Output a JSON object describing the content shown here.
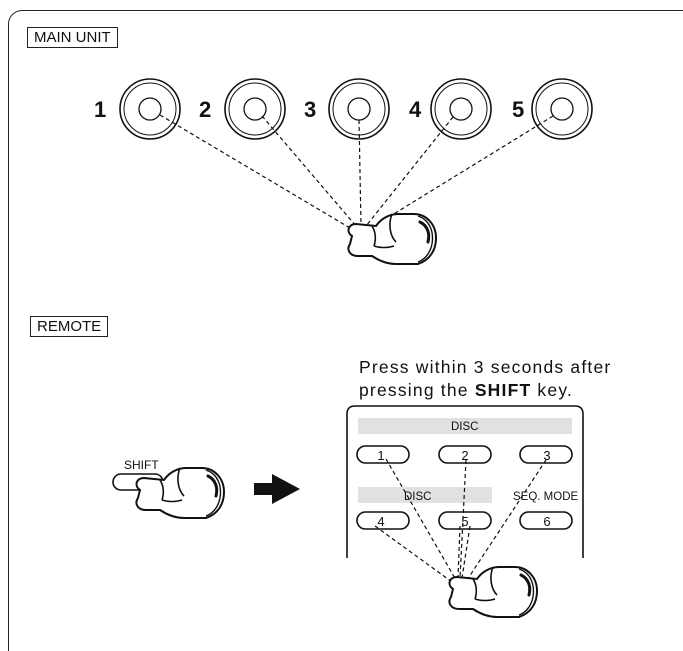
{
  "main_unit": {
    "label": "MAIN UNIT",
    "buttons": [
      "1",
      "2",
      "3",
      "4",
      "5"
    ]
  },
  "remote": {
    "label": "REMOTE",
    "shift_label": "SHIFT",
    "instruction_part1": "Press within 3 seconds after pressing the ",
    "instruction_key": "SHIFT",
    "instruction_part2": " key.",
    "disc_label_top": "DISC",
    "disc_label_mid": "DISC",
    "seq_mode_label": "SEQ. MODE",
    "keys": [
      "1",
      "2",
      "3",
      "4",
      "5",
      "6"
    ]
  },
  "icons": [
    "pressing-hand-icon",
    "arrow-right-icon",
    "round-button-icon"
  ]
}
